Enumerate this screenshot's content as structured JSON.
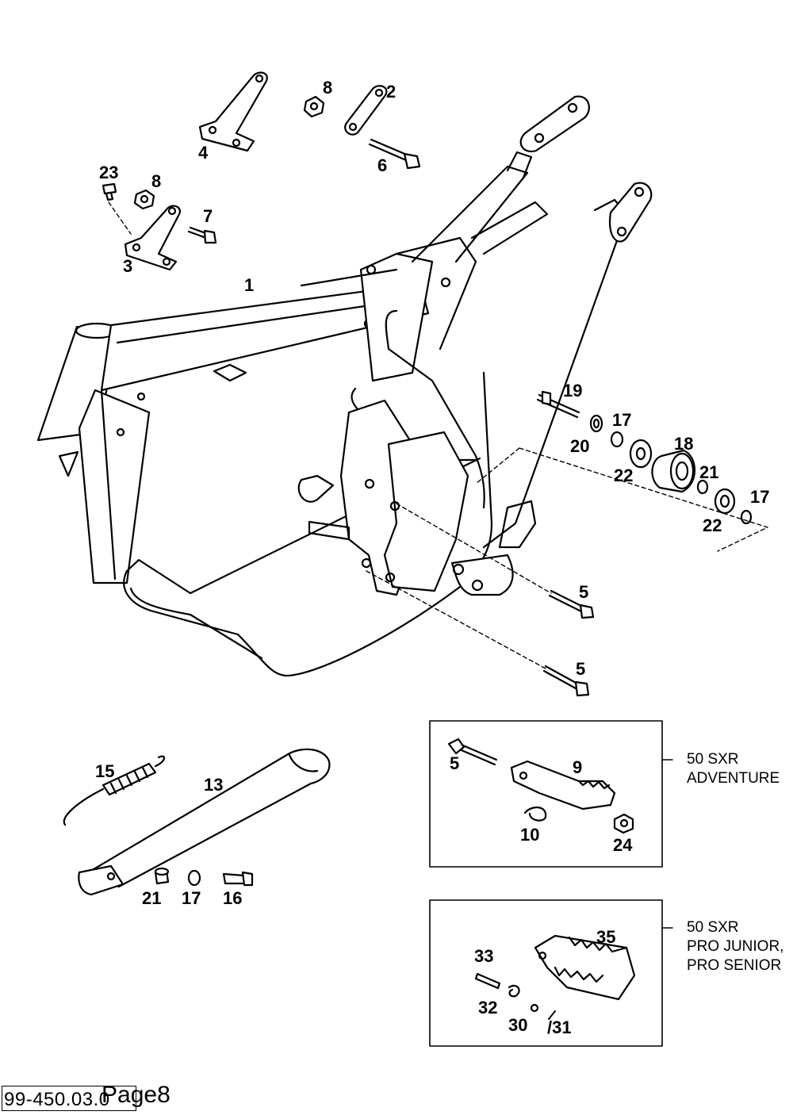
{
  "diagram": {
    "labels": {
      "p1": "1",
      "p2": "2",
      "p3": "3",
      "p4": "4",
      "p5a": "5",
      "p5b": "5",
      "p5c": "5",
      "p6": "6",
      "p7": "7",
      "p8a": "8",
      "p8b": "8",
      "p9": "9",
      "p10": "10",
      "p13": "13",
      "p15": "15",
      "p16": "16",
      "p17a": "17",
      "p17b": "17",
      "p17c": "17",
      "p18": "18",
      "p19": "19",
      "p20": "20",
      "p21a": "21",
      "p21b": "21",
      "p22a": "22",
      "p22b": "22",
      "p23": "23",
      "p24": "24",
      "p30": "30",
      "p31": "/31",
      "p32": "32",
      "p33": "33",
      "p35": "35"
    },
    "variants": {
      "adventure": [
        "50 SXR",
        "ADVENTURE"
      ],
      "pro": [
        "50 SXR",
        "PRO JUNIOR,",
        "PRO SENIOR"
      ]
    }
  },
  "footer": {
    "doc_code": "99-450.03.0",
    "page_label": "Page8"
  }
}
